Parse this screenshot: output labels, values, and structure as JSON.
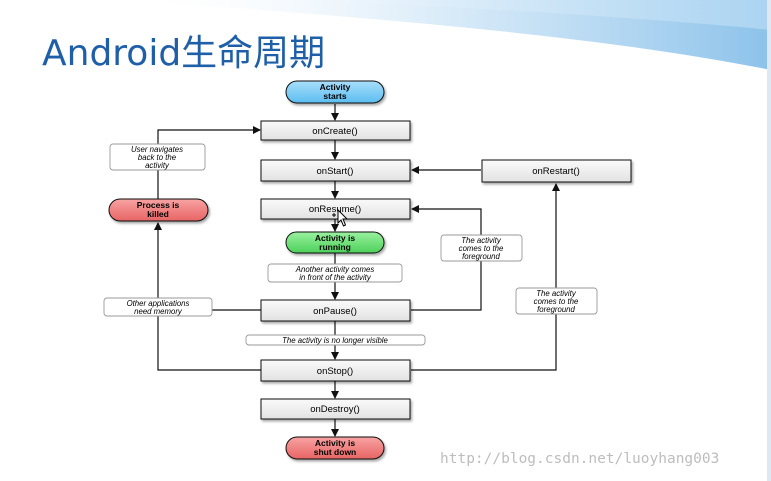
{
  "slide": {
    "title": "Android生命周期",
    "watermark": "http://blog.csdn.net/luoyhang003"
  },
  "colors": {
    "title": "#1f5fa8",
    "start_node": "#7fcdf5",
    "running_node": "#6fe07a",
    "end_node": "#f07f7f",
    "method_box": "#eeeeee",
    "arrow": "#111111"
  },
  "nodes": {
    "activity_starts": [
      "Activity",
      "starts"
    ],
    "on_create": "onCreate()",
    "on_start": "onStart()",
    "on_restart": "onRestart()",
    "on_resume": "onResume()",
    "activity_running": [
      "Activity is",
      "running"
    ],
    "on_pause": "onPause()",
    "on_stop": "onStop()",
    "on_destroy": "onDestroy()",
    "activity_shut_down": [
      "Activity is",
      "shut down"
    ],
    "process_killed": [
      "Process is",
      "killed"
    ]
  },
  "labels": {
    "user_navigates_back": [
      "User navigates",
      "back to the",
      "activity"
    ],
    "another_activity_front": [
      "Another activity comes",
      "in front of the activity"
    ],
    "other_apps_memory": [
      "Other applications",
      "need memory"
    ],
    "no_longer_visible": "The activity is no longer visible",
    "comes_to_foreground_resume": [
      "The activity",
      "comes to the",
      "foreground"
    ],
    "comes_to_foreground_restart": [
      "The activity",
      "comes to the",
      "foreground"
    ]
  },
  "icons": {
    "cursor": "mouse-pointer-icon"
  }
}
